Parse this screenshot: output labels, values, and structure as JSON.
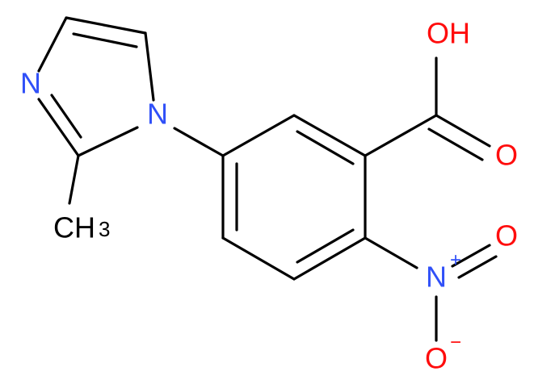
{
  "molecule": {
    "atoms": {
      "oh_label": "OH",
      "carbonyl_o_label": "O",
      "nitro_n_label": "N",
      "nitro_n_charge": "+",
      "nitro_o_top_label": "O",
      "nitro_o_bottom_label": "O",
      "nitro_o_charge": "−",
      "imidazole_n1_label": "N",
      "imidazole_n3_label": "N",
      "methyl_c_label": "CH",
      "methyl_subscript": "3"
    },
    "colors": {
      "oxygen": "#ff0d0d",
      "nitrogen": "#3050f8",
      "carbon": "#000000"
    }
  }
}
